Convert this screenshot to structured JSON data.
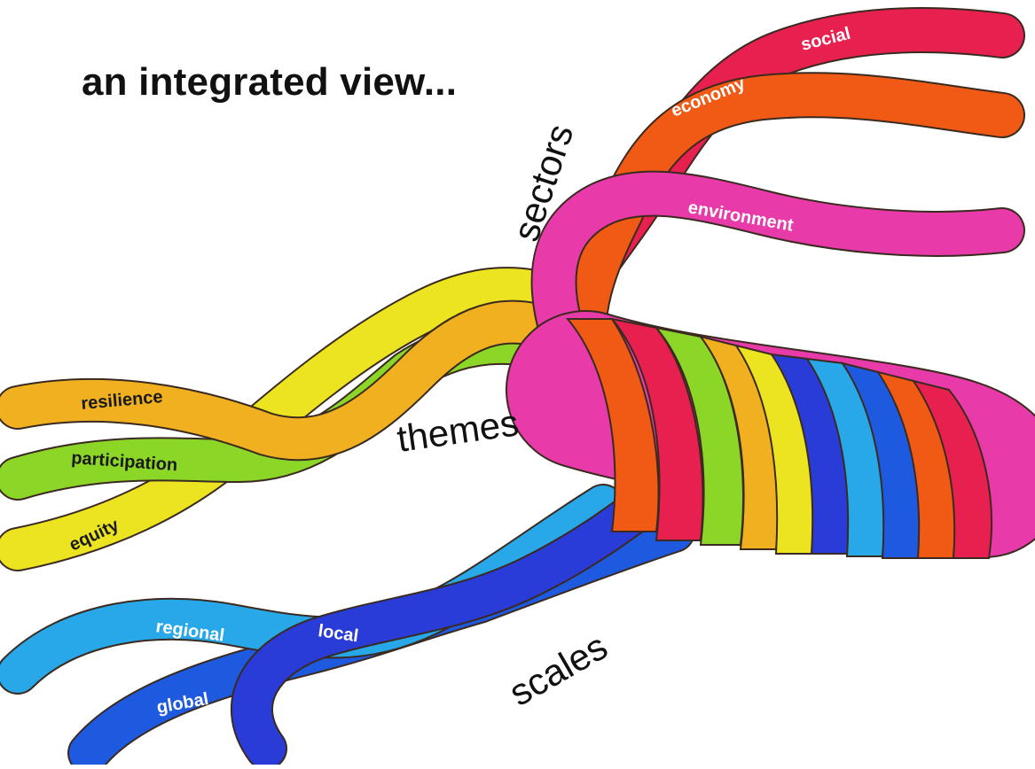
{
  "title": "an integrated view...",
  "groups": {
    "sectors": "sectors",
    "themes": "themes",
    "scales": "scales"
  },
  "strands": {
    "social": {
      "label": "social",
      "color": "#e8204f"
    },
    "economy": {
      "label": "economy",
      "color": "#f05a14"
    },
    "environment": {
      "label": "environment",
      "color": "#e83aa8"
    },
    "resilience": {
      "label": "resilience",
      "color": "#f0b020"
    },
    "participation": {
      "label": "participation",
      "color": "#8cd628"
    },
    "equity": {
      "label": "equity",
      "color": "#ece420"
    },
    "regional": {
      "label": "regional",
      "color": "#28a8e8"
    },
    "local": {
      "label": "local",
      "color": "#2a3cd8"
    },
    "global": {
      "label": "global",
      "color": "#1e5ae0"
    }
  }
}
